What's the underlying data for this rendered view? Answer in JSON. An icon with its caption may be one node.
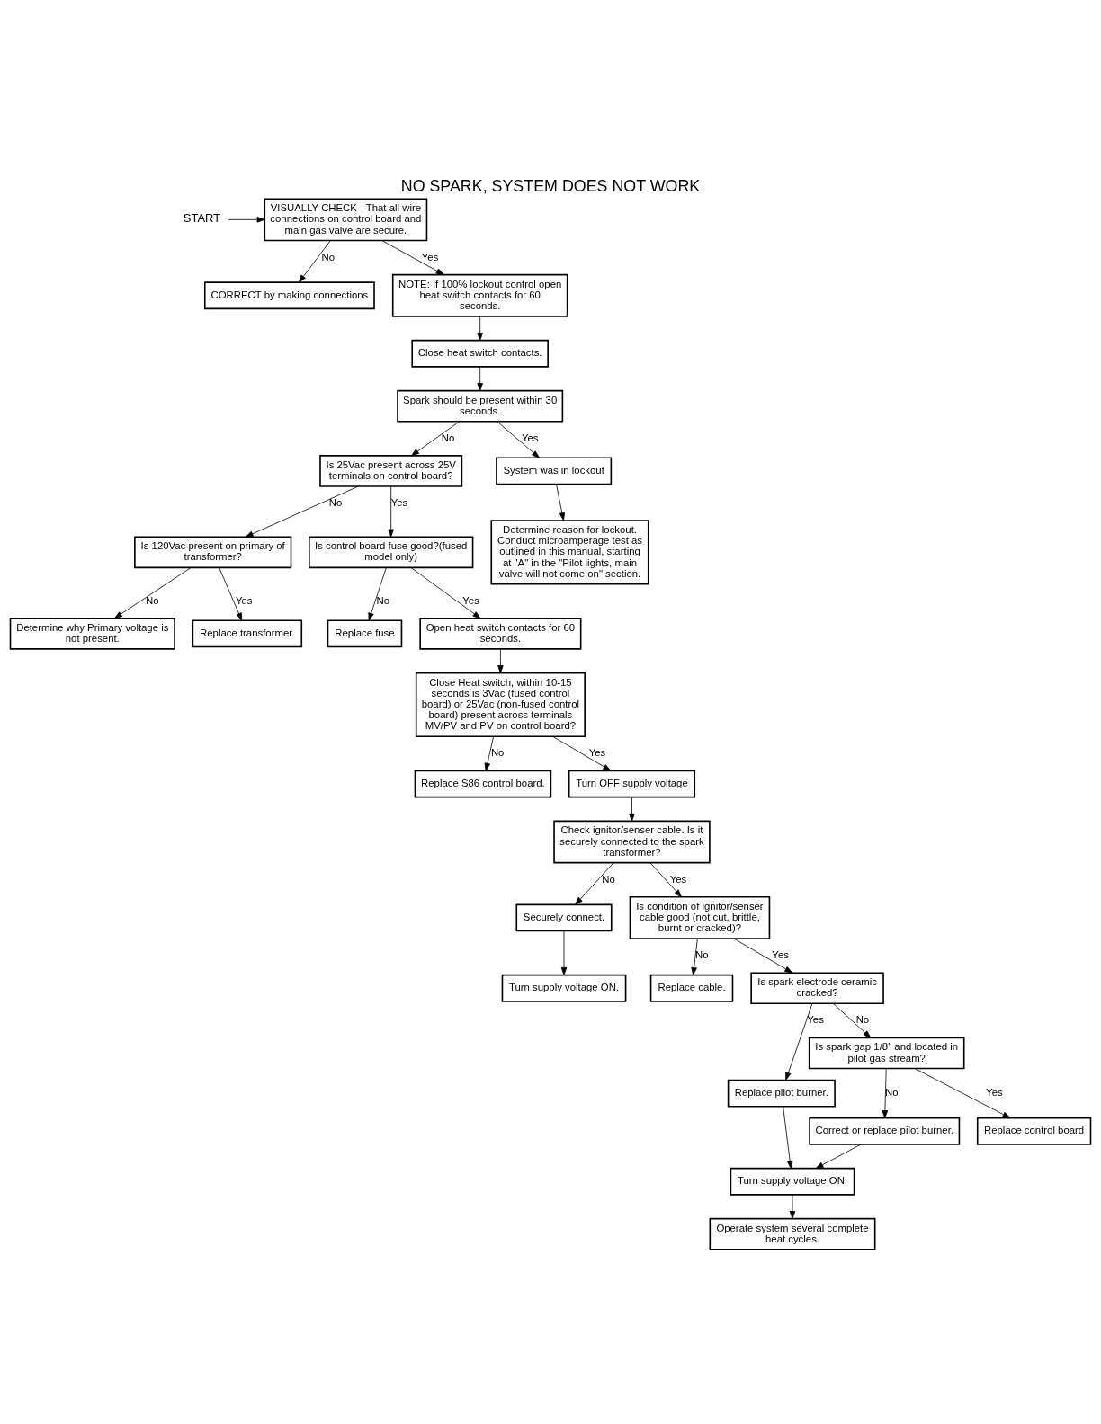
{
  "diagram": {
    "title": "NO SPARK, SYSTEM DOES NOT WORK",
    "nodes": [
      {
        "text": [
          "START"
        ]
      },
      {
        "text": [
          "VISUALLY CHECK - That all wire connections on control board and main gas valve are secure."
        ]
      },
      {
        "text": [
          "CORRECT by making connections"
        ]
      },
      {
        "text": [
          "NOTE: If 100% lockout control open heat switch contacts for 60 seconds."
        ]
      },
      {
        "text": [
          "Close heat switch contacts."
        ]
      },
      {
        "text": [
          "Spark should be present within 30 seconds."
        ]
      },
      {
        "text": [
          "Is 25Vac present across 25V terminals on control board?"
        ]
      },
      {
        "text": [
          "System was in lockout"
        ]
      },
      {
        "text": [
          "Is 120Vac present on primary of transformer?"
        ]
      },
      {
        "text": [
          "Is control board fuse good?(fused model only)"
        ]
      },
      {
        "text": [
          "Determine reason for lockout. Conduct microamperage test as outlined in this manual, starting at \"A\" in the \"Pilot lights, main valve will not come on\" section."
        ]
      },
      {
        "text": [
          "Determine why Primary voltage is not present."
        ]
      },
      {
        "text": [
          "Replace transformer."
        ]
      },
      {
        "text": [
          "Replace fuse"
        ]
      },
      {
        "text": [
          "Open heat switch contacts for 60 seconds."
        ]
      },
      {
        "text": [
          "Close Heat switch, within 10-15 seconds is 3Vac (fused control board) or 25Vac (non-fused control board) present across terminals MV/PV and PV on control board?"
        ]
      },
      {
        "text": [
          "Replace S86 control board."
        ]
      },
      {
        "text": [
          "Turn OFF supply voltage"
        ]
      },
      {
        "text": [
          "Check ignitor/senser cable. Is it securely connected to the spark transformer?"
        ]
      },
      {
        "text": [
          "Turn supply voltage ON."
        ]
      },
      {
        "text": [
          "Securely connect."
        ]
      },
      {
        "text": [
          "Is condition of ignitor/senser cable good (not cut, brittle, burnt or cracked)?"
        ]
      },
      {
        "text": [
          "Replace cable."
        ]
      },
      {
        "text": [
          "Is spark electrode ceramic cracked?"
        ]
      },
      {
        "text": [
          "Replace pilot burner."
        ]
      },
      {
        "text": [
          "Is spark gap 1/8\" and located in pilot gas stream?"
        ]
      },
      {
        "text": [
          "Turn supply voltage ON."
        ]
      },
      {
        "text": [
          "Correct or replace pilot burner."
        ]
      },
      {
        "text": [
          "Replace control board"
        ]
      },
      {
        "text": [
          "Operate system several complete heat cycles."
        ]
      }
    ],
    "edges": [
      {
        "from": 0,
        "to": 1,
        "arrow": "to"
      },
      {
        "from": 1,
        "to": 2,
        "arrow": "to",
        "label": "No"
      },
      {
        "from": 1,
        "to": 3,
        "arrow": "to",
        "label": "Yes"
      },
      {
        "from": 3,
        "to": 4,
        "arrow": "to"
      },
      {
        "from": 4,
        "to": 5,
        "arrow": "to"
      },
      {
        "from": 5,
        "to": 6,
        "arrow": "to",
        "label": "No"
      },
      {
        "from": 5,
        "to": 7,
        "arrow": "to",
        "label": "Yes"
      },
      {
        "from": 6,
        "to": 8,
        "arrow": "to",
        "label": "No"
      },
      {
        "from": 6,
        "to": 9,
        "arrow": "to",
        "label": "Yes"
      },
      {
        "from": 7,
        "to": 10,
        "arrow": "to"
      },
      {
        "from": 8,
        "to": 11,
        "arrow": "to",
        "label": "No"
      },
      {
        "from": 8,
        "to": 12,
        "arrow": "to",
        "label": "Yes"
      },
      {
        "from": 9,
        "to": 13,
        "arrow": "to",
        "label": "No"
      },
      {
        "from": 9,
        "to": 14,
        "arrow": "to",
        "label": "Yes"
      },
      {
        "from": 14,
        "to": 15,
        "arrow": "to"
      },
      {
        "from": 15,
        "to": 16,
        "arrow": "to",
        "label": "No"
      },
      {
        "from": 15,
        "to": 17,
        "arrow": "to",
        "label": "Yes"
      },
      {
        "from": 17,
        "to": 18,
        "arrow": "to"
      },
      {
        "from": 18,
        "to": 20,
        "arrow": "to",
        "label": "No"
      },
      {
        "from": 18,
        "to": 21,
        "arrow": "to",
        "label": "Yes"
      },
      {
        "from": 20,
        "to": 19,
        "arrow": "to"
      },
      {
        "from": 21,
        "to": 22,
        "arrow": "to",
        "label": "No"
      },
      {
        "from": 21,
        "to": 23,
        "arrow": "to",
        "label": "Yes"
      },
      {
        "from": 23,
        "to": 24,
        "arrow": "to",
        "label": "Yes"
      },
      {
        "from": 23,
        "to": 25,
        "arrow": "to",
        "label": "No"
      },
      {
        "from": 24,
        "to": 26,
        "arrow": "to"
      },
      {
        "from": 25,
        "to": 27,
        "arrow": "to",
        "label": "No"
      },
      {
        "from": 25,
        "to": 28,
        "arrow": "to",
        "label": "Yes"
      },
      {
        "from": 27,
        "to": 26,
        "arrow": "to"
      },
      {
        "from": 26,
        "to": 29,
        "arrow": "to"
      }
    ]
  }
}
